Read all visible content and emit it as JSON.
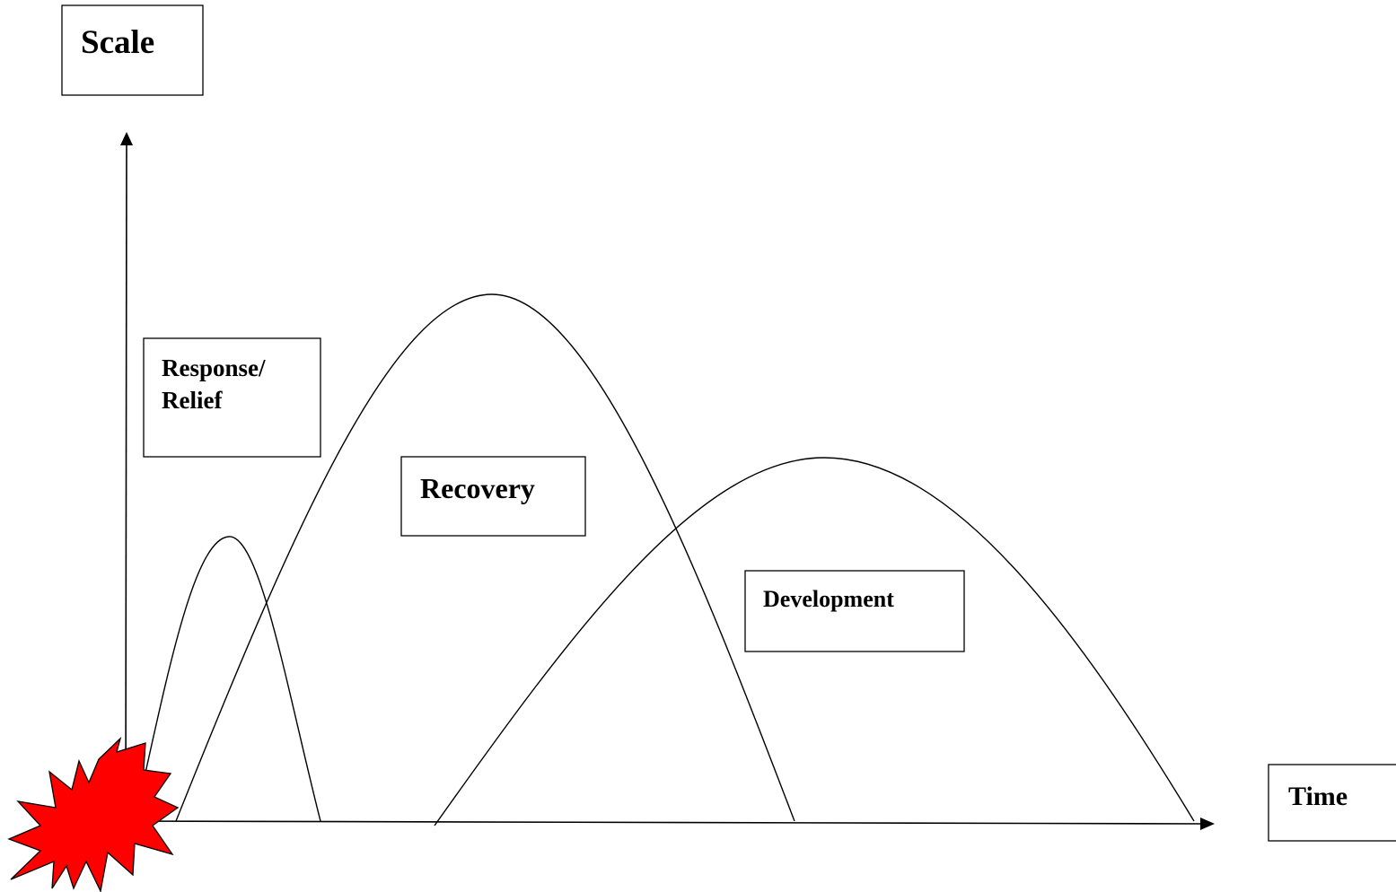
{
  "labels": {
    "y_axis": "Scale",
    "x_axis": "Time",
    "response_line1": "Response/",
    "response_line2": "Relief",
    "recovery": "Recovery",
    "development": "Development"
  },
  "phases": [
    {
      "key": "response-relief",
      "label": "Response/ Relief"
    },
    {
      "key": "recovery",
      "label": "Recovery"
    },
    {
      "key": "development",
      "label": "Development"
    }
  ],
  "colors": {
    "line": "#000000",
    "box_border": "#000000",
    "burst_fill": "#ff0000",
    "burst_stroke": "#000000",
    "background": "#ffffff"
  },
  "icons": {
    "disaster_event": "explosion-burst-icon"
  }
}
